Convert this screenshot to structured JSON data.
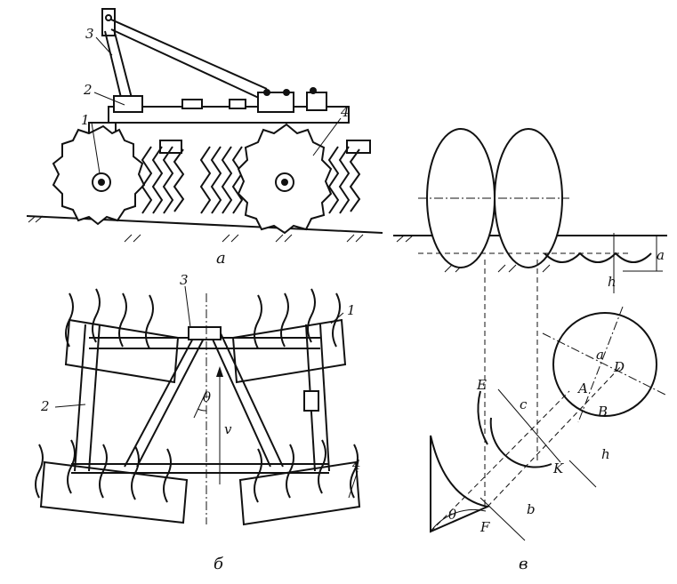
{
  "panel_a": {
    "caption": "а",
    "callouts": [
      "1",
      "2",
      "3",
      "4"
    ]
  },
  "panel_b": {
    "caption": "б",
    "callouts": [
      "1",
      "2",
      "3",
      "4"
    ],
    "angle_label": "θ",
    "velocity_label": "v"
  },
  "panel_c": {
    "caption": "в",
    "depth_labels": [
      "a",
      "h"
    ],
    "point_labels": [
      "a",
      "D",
      "A",
      "B",
      "E",
      "K",
      "F"
    ],
    "dimension_labels": [
      "c",
      "h",
      "b"
    ],
    "angle_label": "θ"
  }
}
